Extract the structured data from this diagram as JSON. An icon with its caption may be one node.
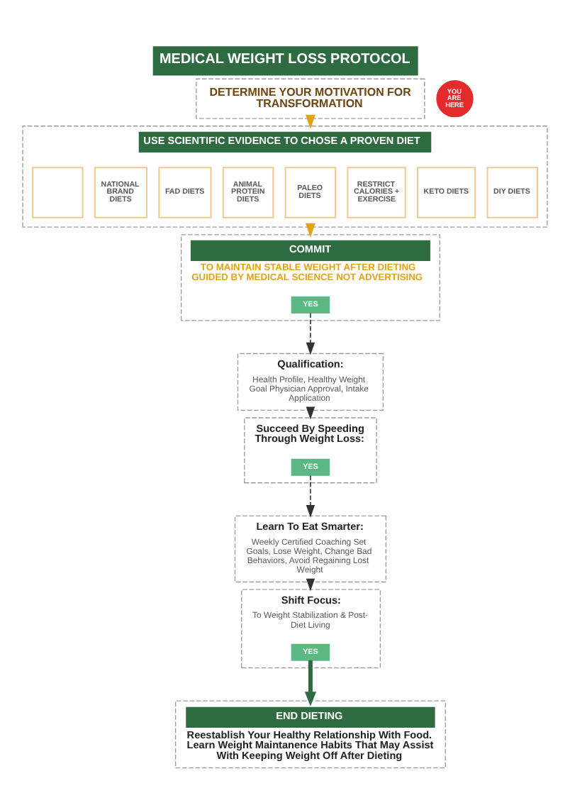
{
  "diagram": {
    "title": "MEDICAL WEIGHT LOSS PROTOCOL",
    "nodes": [
      {
        "text": [
          "DETERMINE YOUR MOTIVATION FOR TRANSFORMATION"
        ]
      },
      {
        "text": [
          "USE SCIENTIFIC EVIDENCE TO CHOSE A PROVEN DIET"
        ]
      },
      {
        "text": [],
        "shape": "box",
        "in": 1
      },
      {
        "text": [
          "NATIONAL BRAND DIETS"
        ],
        "in": 1
      },
      {
        "text": [
          "FAD DIETS"
        ],
        "in": 1
      },
      {
        "text": [
          "ANIMAL PROTEIN DIETS"
        ],
        "in": 1
      },
      {
        "text": [
          "PALEO DIETS"
        ],
        "in": 1
      },
      {
        "text": [
          "RESTRICT CALORIES + EXERCISE"
        ],
        "in": 1
      },
      {
        "text": [
          "KETO DIETS"
        ],
        "in": 1
      },
      {
        "text": [
          "DIY DIETS"
        ],
        "in": 1
      },
      {
        "text": [
          "YOU ARE HERE"
        ]
      },
      {
        "text": [
          "COMMIT",
          "TO MAINTAIN STABLE WEIGHT AFTER DIETING GUIDED BY MEDICAL SCIENCE NOT ADVERTISING"
        ]
      },
      {
        "text": [
          "YES"
        ],
        "in": 11
      },
      {
        "text": [
          "Qualification:",
          "Health Profile, Healthy Weight Goal Physician Approval, Intake Application"
        ]
      },
      {
        "text": [
          "Succeed By Speeding Through Weight Loss:"
        ]
      },
      {
        "text": [
          "YES"
        ],
        "in": 14
      },
      {
        "text": [
          "Learn To Eat Smarter:",
          "Weekly Certified Coaching Set Goals, Lose Weight, Change Bad Behaviors, Avoid Regaining Lost Weight"
        ]
      },
      {
        "text": [
          "Shift Focus:",
          "To Weight Stabilization & Post-Diet Living"
        ]
      },
      {
        "text": [
          "YES"
        ],
        "in": 17
      },
      {
        "text": [
          "END DIETING",
          "Reestablish Your Healthy Relationship With Food. Learn Weight Maintanence Habits That May Assist With Keeping Weight Off After Dieting"
        ]
      }
    ],
    "edges": [
      {
        "from": 0,
        "to": 1,
        "arrow": "to",
        "color": "#e3a21a"
      },
      {
        "from": 1,
        "to": 11,
        "arrow": "to",
        "color": "#e3a21a"
      },
      {
        "from": 12,
        "to": 13,
        "arrow": "to",
        "style": "dashed"
      },
      {
        "from": 13,
        "to": 14,
        "arrow": "to",
        "style": "dashed"
      },
      {
        "from": 15,
        "to": 16,
        "arrow": "to",
        "style": "dashed"
      },
      {
        "from": 16,
        "to": 17,
        "arrow": "to",
        "style": "dashed"
      },
      {
        "from": 18,
        "to": 19,
        "arrow": "to",
        "style": "thick",
        "color": "#2e6b40"
      }
    ]
  }
}
